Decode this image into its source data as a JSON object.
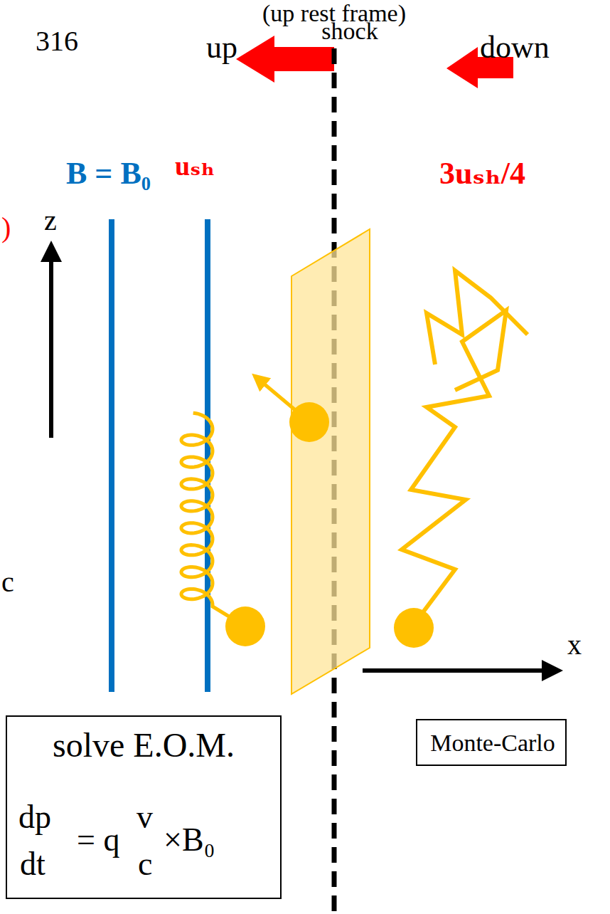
{
  "diagram": {
    "nodes": [
      {
        "text": [
          "solve E.O.M.",
          "dp",
          "dt",
          "= q",
          "v",
          "c",
          "×B₀"
        ]
      },
      {
        "text": [
          "Monte-Carlo"
        ]
      }
    ],
    "edges": [],
    "labels": [
      "(up rest frame)",
      "shock",
      "316",
      "up",
      "down",
      "uₛₕ",
      "3uₛₕ/4",
      "B = B₀",
      ")",
      "z",
      "c",
      "x"
    ]
  }
}
